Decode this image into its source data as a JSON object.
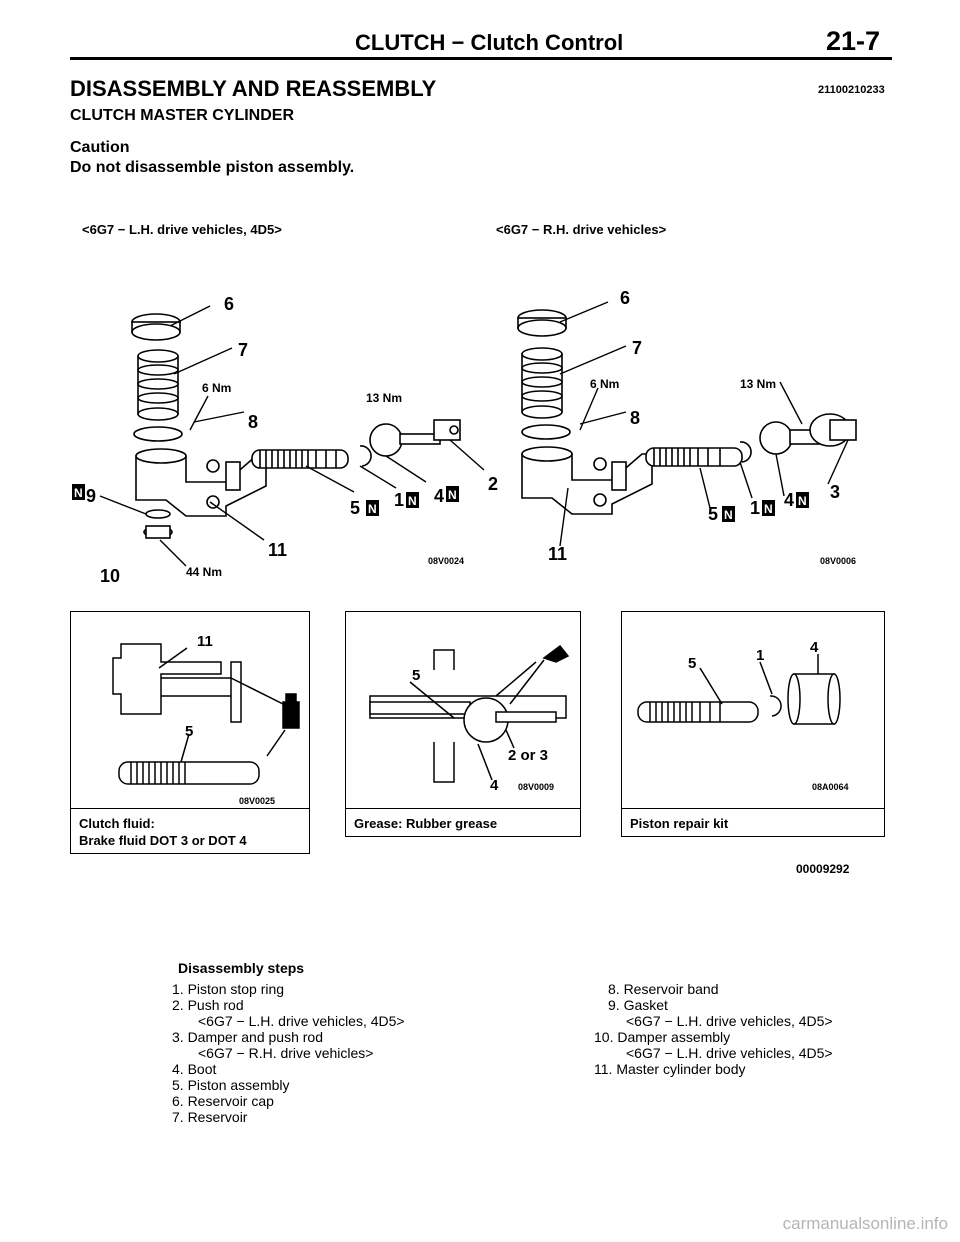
{
  "header": {
    "title": "CLUTCH − Clutch Control",
    "page": "21-7"
  },
  "section": {
    "title": "DISASSEMBLY AND REASSEMBLY",
    "code": "21100210233",
    "subtitle": "CLUTCH MASTER CYLINDER",
    "caution_label": "Caution",
    "caution_text": "Do not disassemble piston assembly."
  },
  "variants": {
    "left": "<6G7 − L.H. drive vehicles, 4D5>",
    "right": "<6G7 − R.H. drive vehicles>"
  },
  "main_diagram": {
    "left": {
      "callouts": [
        "6",
        "7",
        "8",
        "9",
        "10",
        "11",
        "5",
        "1",
        "4",
        "2"
      ],
      "torques": [
        "6 Nm",
        "13 Nm",
        "44 Nm"
      ],
      "figure_id": "08V0024"
    },
    "right": {
      "callouts": [
        "6",
        "7",
        "8",
        "11",
        "5",
        "1",
        "4",
        "3"
      ],
      "torques": [
        "6 Nm",
        "13 Nm"
      ],
      "figure_id": "08V0006"
    },
    "new_part_mark": "N"
  },
  "detail_boxes": [
    {
      "callouts": [
        "11",
        "5"
      ],
      "figure_id": "08V0025",
      "caption_line1": "Clutch fluid:",
      "caption_line2": "Brake fluid DOT 3 or DOT 4"
    },
    {
      "callouts": [
        "5",
        "2 or 3",
        "4"
      ],
      "figure_id": "08V0009",
      "caption_line1": "Grease: Rubber grease",
      "caption_line2": ""
    },
    {
      "callouts": [
        "5",
        "1",
        "4"
      ],
      "figure_id": "08A0064",
      "caption_line1": "Piston repair kit",
      "caption_line2": ""
    }
  ],
  "figure_ref": "00009292",
  "steps": {
    "title": "Disassembly steps",
    "left": [
      "1. Piston stop ring",
      "2. Push rod",
      "<6G7 − L.H. drive vehicles, 4D5>",
      "3. Damper and push rod",
      "<6G7 − R.H. drive vehicles>",
      "4. Boot",
      "5. Piston assembly",
      "6. Reservoir cap",
      "7. Reservoir"
    ],
    "right": [
      "8. Reservoir band",
      "9. Gasket",
      "<6G7 − L.H. drive vehicles, 4D5>",
      "10. Damper assembly",
      "<6G7 − L.H. drive vehicles, 4D5>",
      "11. Master cylinder body"
    ]
  },
  "watermark": "carmanualsonline.info"
}
